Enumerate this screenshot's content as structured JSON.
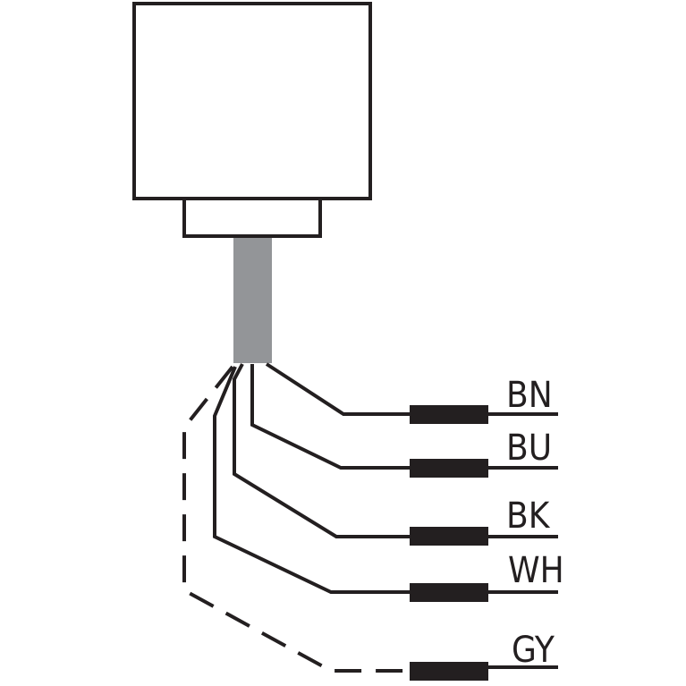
{
  "diagram": {
    "colors": {
      "line": "#231f20",
      "cable": "#939598",
      "background": "#ffffff"
    },
    "wires": [
      {
        "label": "BN",
        "style": "solid"
      },
      {
        "label": "BU",
        "style": "solid"
      },
      {
        "label": "BK",
        "style": "solid"
      },
      {
        "label": "WH",
        "style": "solid"
      },
      {
        "label": "GY",
        "style": "dashed"
      }
    ]
  }
}
